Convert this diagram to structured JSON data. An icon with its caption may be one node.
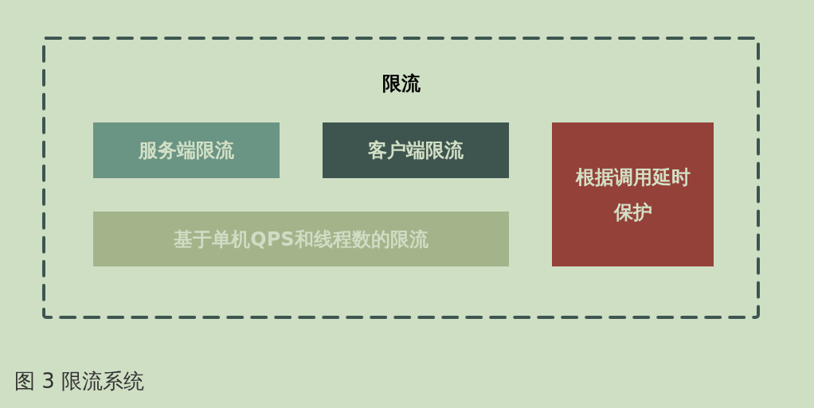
{
  "diagram": {
    "caption": "图 3 限流系统",
    "nodes": [
      {
        "text": [
          "限流"
        ]
      },
      {
        "text": [
          "服务端限流"
        ],
        "in": 0
      },
      {
        "text": [
          "客户端限流"
        ],
        "in": 0
      },
      {
        "text": [
          "根据调用延时保护"
        ],
        "in": 0
      },
      {
        "text": [
          "基于单机QPS和线程数的限流"
        ],
        "in": 0
      }
    ],
    "edges": []
  }
}
